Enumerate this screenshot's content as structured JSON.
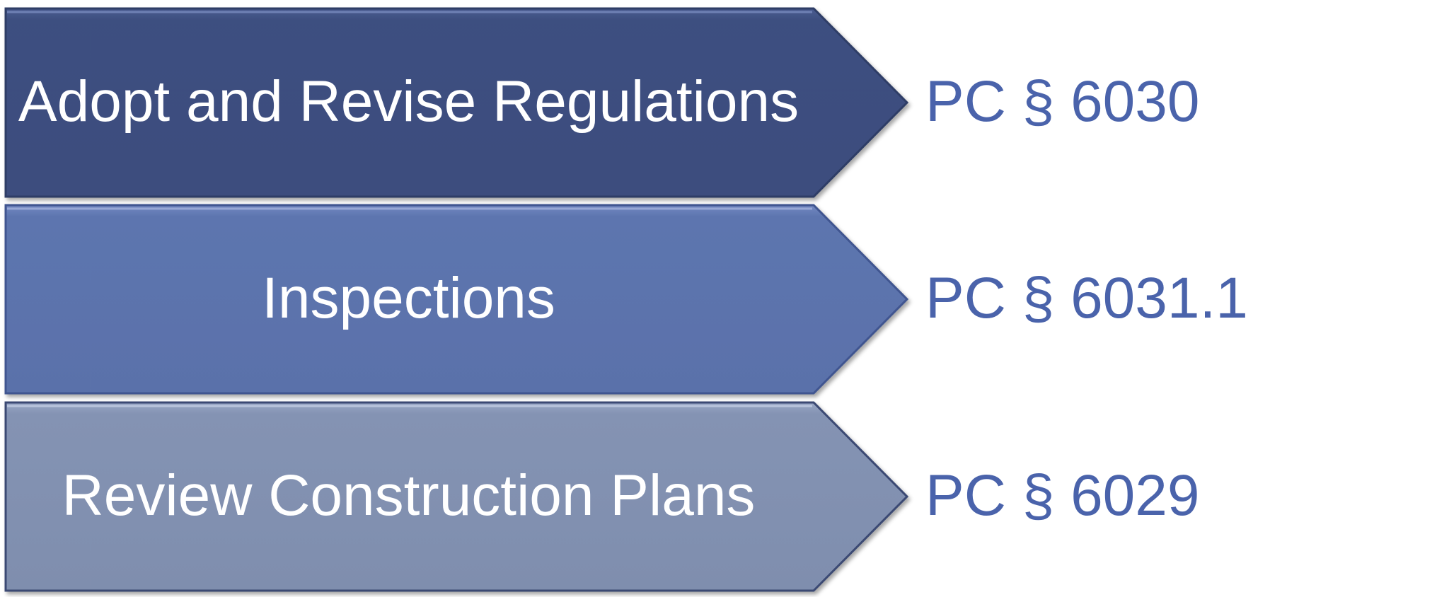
{
  "colors": {
    "row_1_fill": "#3e4f80",
    "row_2_fill": "#5b73ad",
    "row_3_fill": "#8190b0",
    "label_text": "#ffffff",
    "reference_text": "#4a63ab"
  },
  "steps": [
    {
      "label": "Adopt and Revise Regulations",
      "reference": "PC § 6030"
    },
    {
      "label": "Inspections",
      "reference": "PC § 6031.1"
    },
    {
      "label": "Review Construction Plans",
      "reference": "PC § 6029"
    }
  ]
}
